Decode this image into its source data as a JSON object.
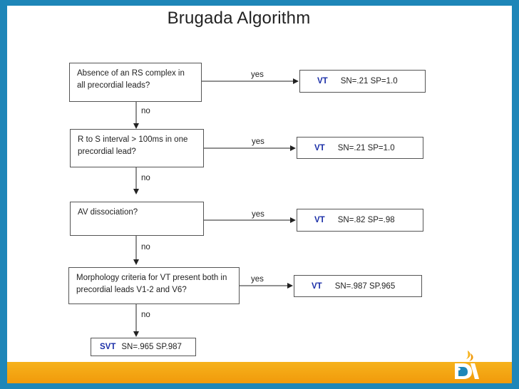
{
  "title": "Brugada Algorithm",
  "steps": [
    {
      "question": "Absence of an RS complex in all precordial leads?",
      "yes": "yes",
      "no": "no",
      "result_label": "VT",
      "result_stats": "SN=.21 SP=1.0"
    },
    {
      "question": "R to S interval > 100ms in one precordial lead?",
      "yes": "yes",
      "no": "no",
      "result_label": "VT",
      "result_stats": "SN=.21 SP=1.0"
    },
    {
      "question": "AV dissociation?",
      "yes": "yes",
      "no": "no",
      "result_label": "VT",
      "result_stats": "SN=.82 SP=.98"
    },
    {
      "question": "Morphology criteria for VT present both in precordial leads V1-2 and V6?",
      "yes": "yes",
      "no": "no",
      "result_label": "VT",
      "result_stats": "SN=.987 SP.965"
    }
  ],
  "final": {
    "label": "SVT",
    "stats": "SN=.965 SP.987"
  },
  "colors": {
    "background": "#1e86b8",
    "accent_bar": "#f19a0b",
    "vt_text": "#1b2fa8"
  }
}
